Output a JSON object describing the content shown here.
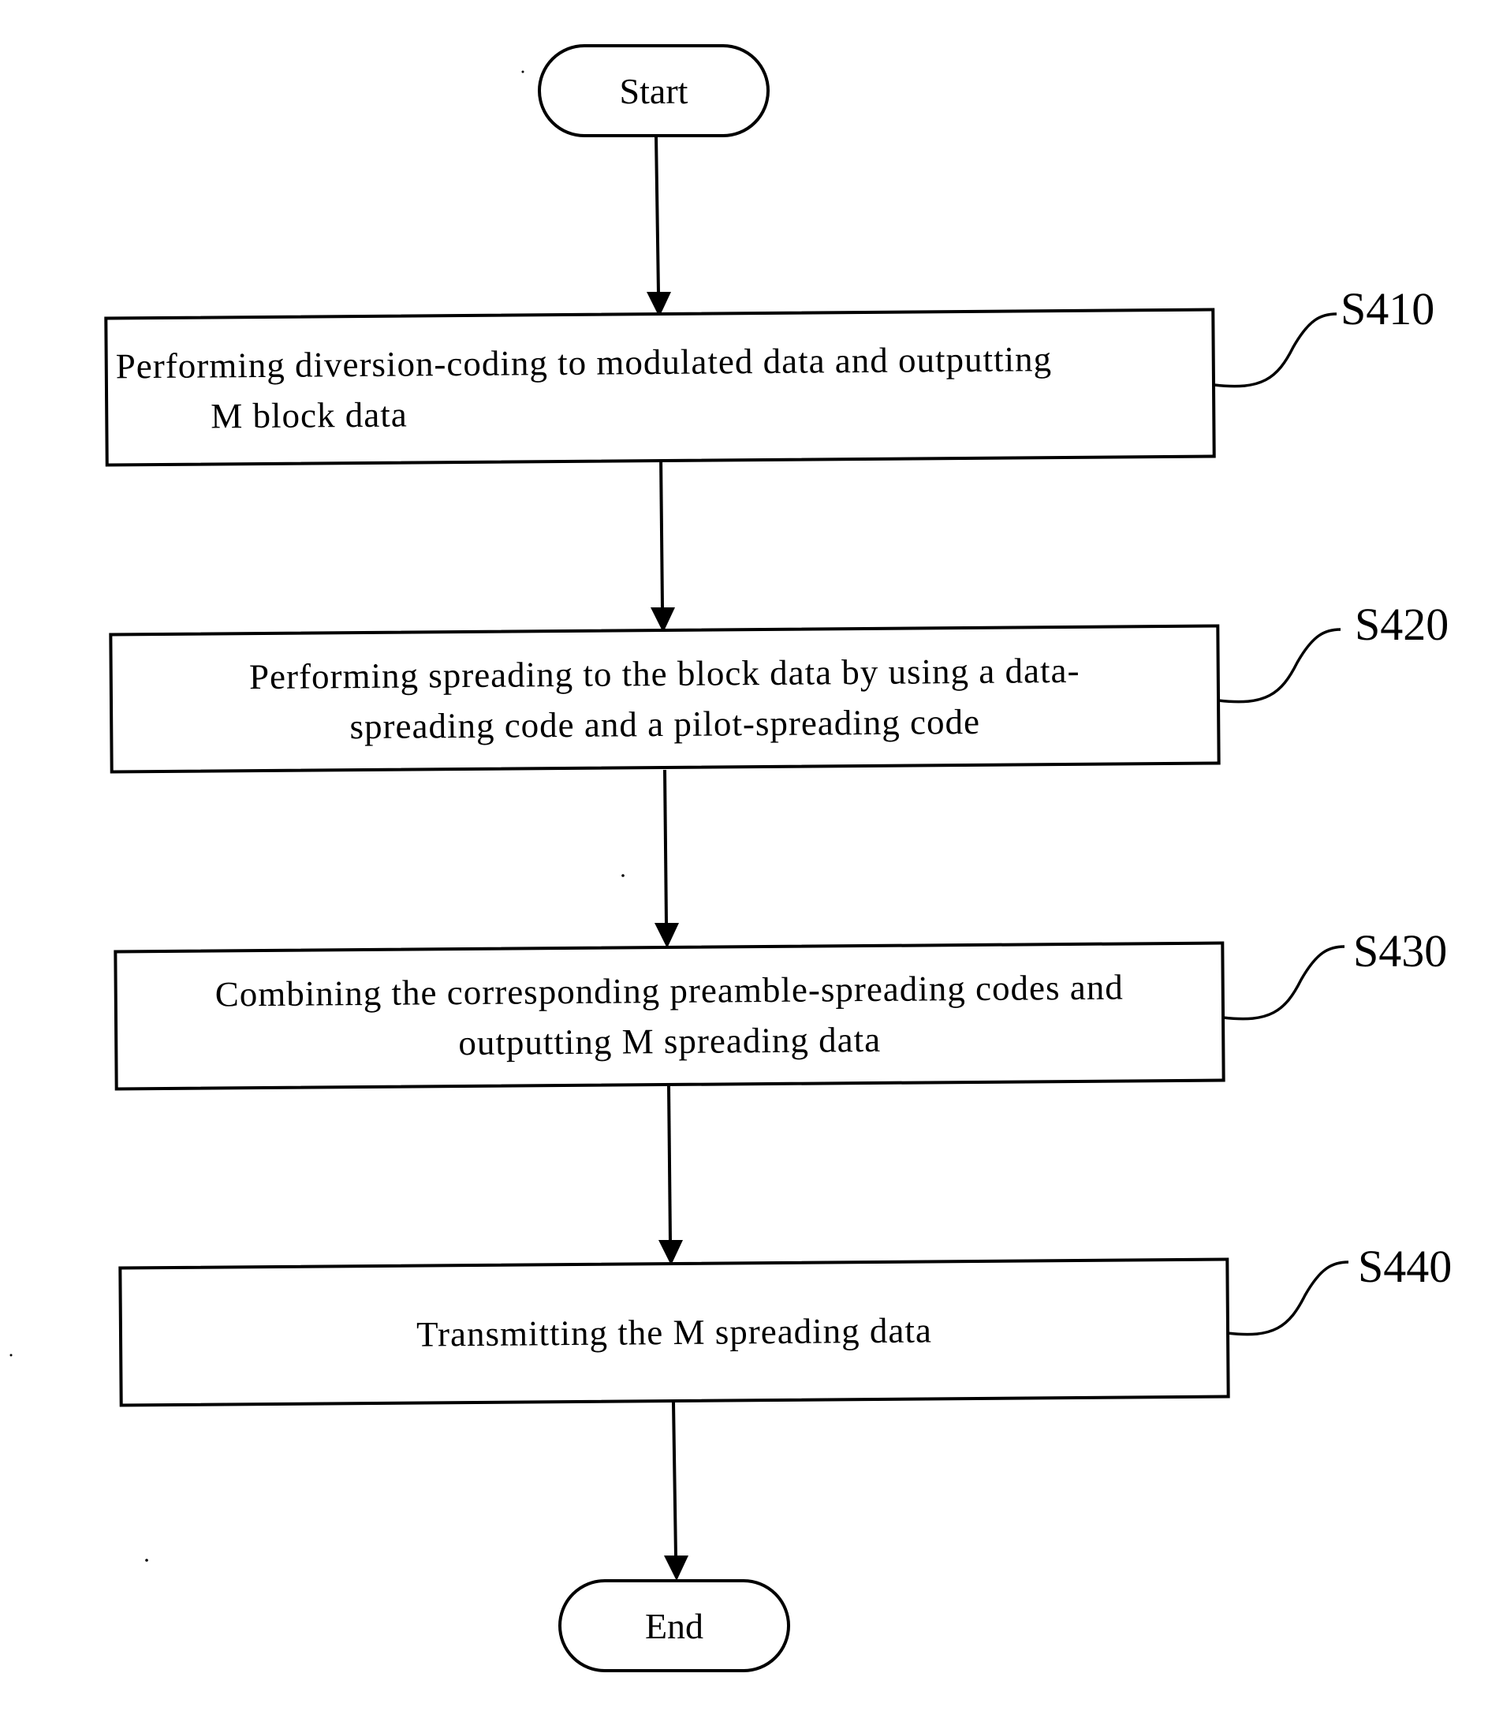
{
  "flowchart": {
    "start": {
      "label": "Start"
    },
    "steps": [
      {
        "id": "S410",
        "lines": [
          "Performing diversion-coding to modulated data and outputting",
          "M block data"
        ]
      },
      {
        "id": "S420",
        "lines": [
          "Performing spreading to the block data by using a data-",
          "spreading code and a pilot-spreading code"
        ]
      },
      {
        "id": "S430",
        "lines": [
          "Combining the corresponding preamble-spreading codes and",
          "outputting M spreading data"
        ]
      },
      {
        "id": "S440",
        "lines": [
          "Transmitting the M spreading data"
        ]
      }
    ],
    "end": {
      "label": "End"
    }
  }
}
